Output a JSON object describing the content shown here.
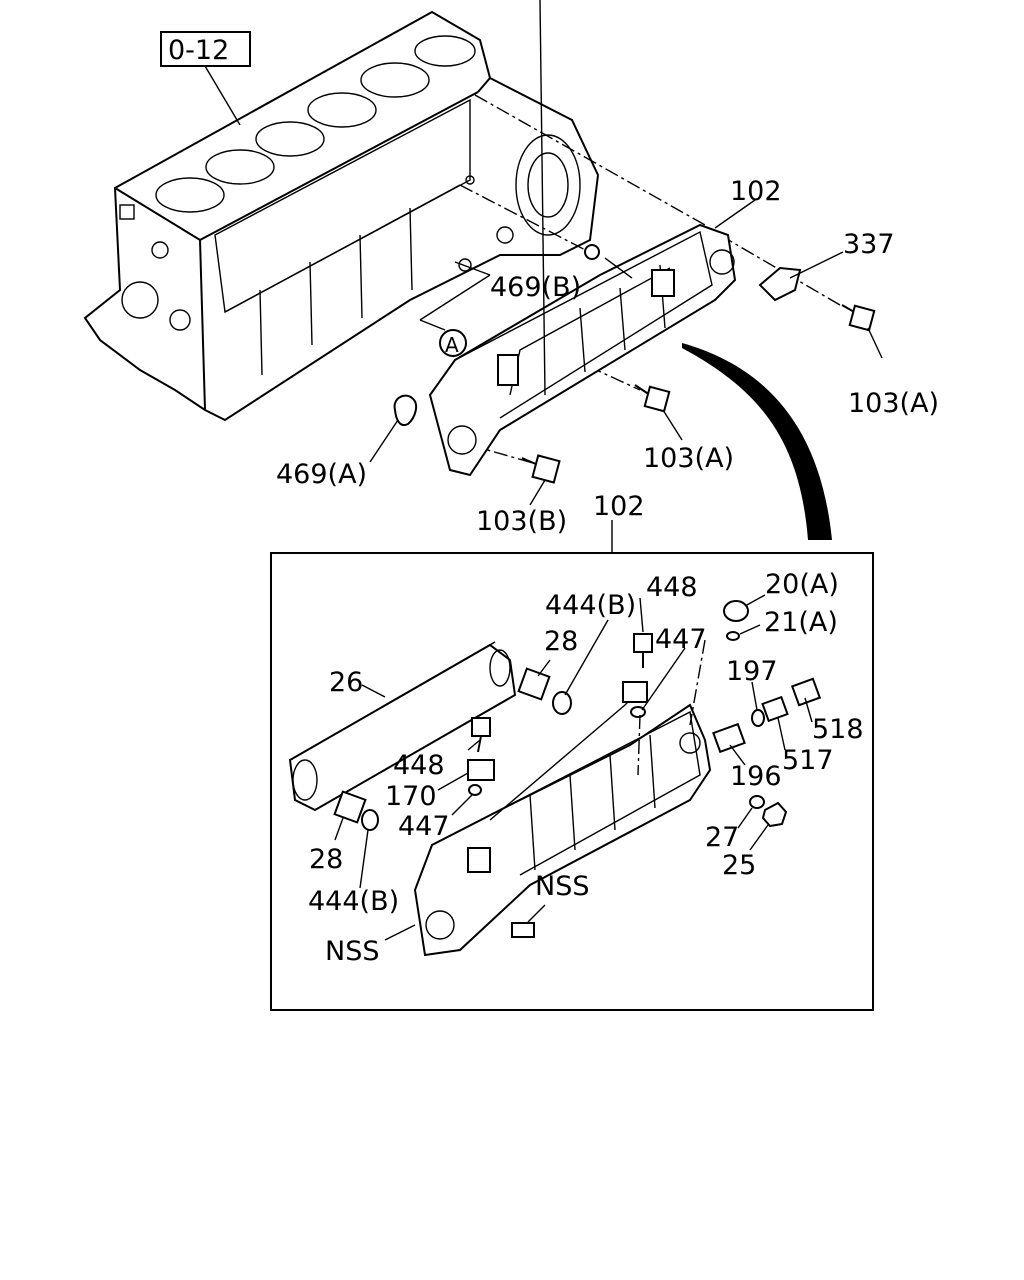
{
  "diagram": {
    "ref_box": "0-12",
    "detail_marker": "A",
    "labels": {
      "l102_top": "102",
      "l337": "337",
      "l469b": "469(B)",
      "l103a_right": "103(A)",
      "l103a_mid": "103(A)",
      "l469a": "469(A)",
      "l103b": "103(B)",
      "l102_box": "102",
      "l448_top": "448",
      "l444b_top": "444(B)",
      "l28_top": "28",
      "l447_top": "447",
      "l20a": "20(A)",
      "l21a": "21(A)",
      "l26": "26",
      "l197": "197",
      "l518": "518",
      "l517": "517",
      "l448_mid": "448",
      "l196": "196",
      "l170": "170",
      "l447_mid": "447",
      "l28_bot": "28",
      "l27": "27",
      "l25": "25",
      "l444b_bot": "444(B)",
      "l_nss_right": "NSS",
      "l_nss_left": "NSS"
    }
  }
}
